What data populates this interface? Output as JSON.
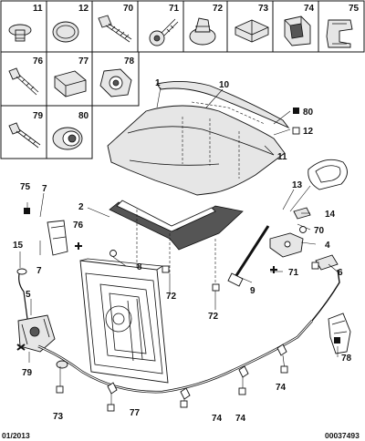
{
  "legend_top": {
    "row1": [
      "11",
      "12",
      "70",
      "71",
      "72",
      "73",
      "74",
      "75"
    ],
    "row2": [
      "76",
      "77",
      "78"
    ],
    "row3": [
      "79",
      "80"
    ]
  },
  "callouts": {
    "c1": "1",
    "c10": "10",
    "c80": "80",
    "c12": "12",
    "c11": "11",
    "c13": "13",
    "c14": "14",
    "c70": "70",
    "c4": "4",
    "c71": "71",
    "c6": "6",
    "c2": "2",
    "c8": "8",
    "c72a": "72",
    "c72b": "72",
    "c9": "9",
    "c75": "75",
    "c7a": "7",
    "c76": "76",
    "c7b": "7",
    "c15": "15",
    "c5": "5",
    "c79": "79",
    "c78": "78",
    "c73": "73",
    "c77": "77",
    "c74a": "74",
    "c74b": "74",
    "c74c": "74"
  },
  "footer": {
    "date": "01/2013",
    "reference": "00037493"
  }
}
